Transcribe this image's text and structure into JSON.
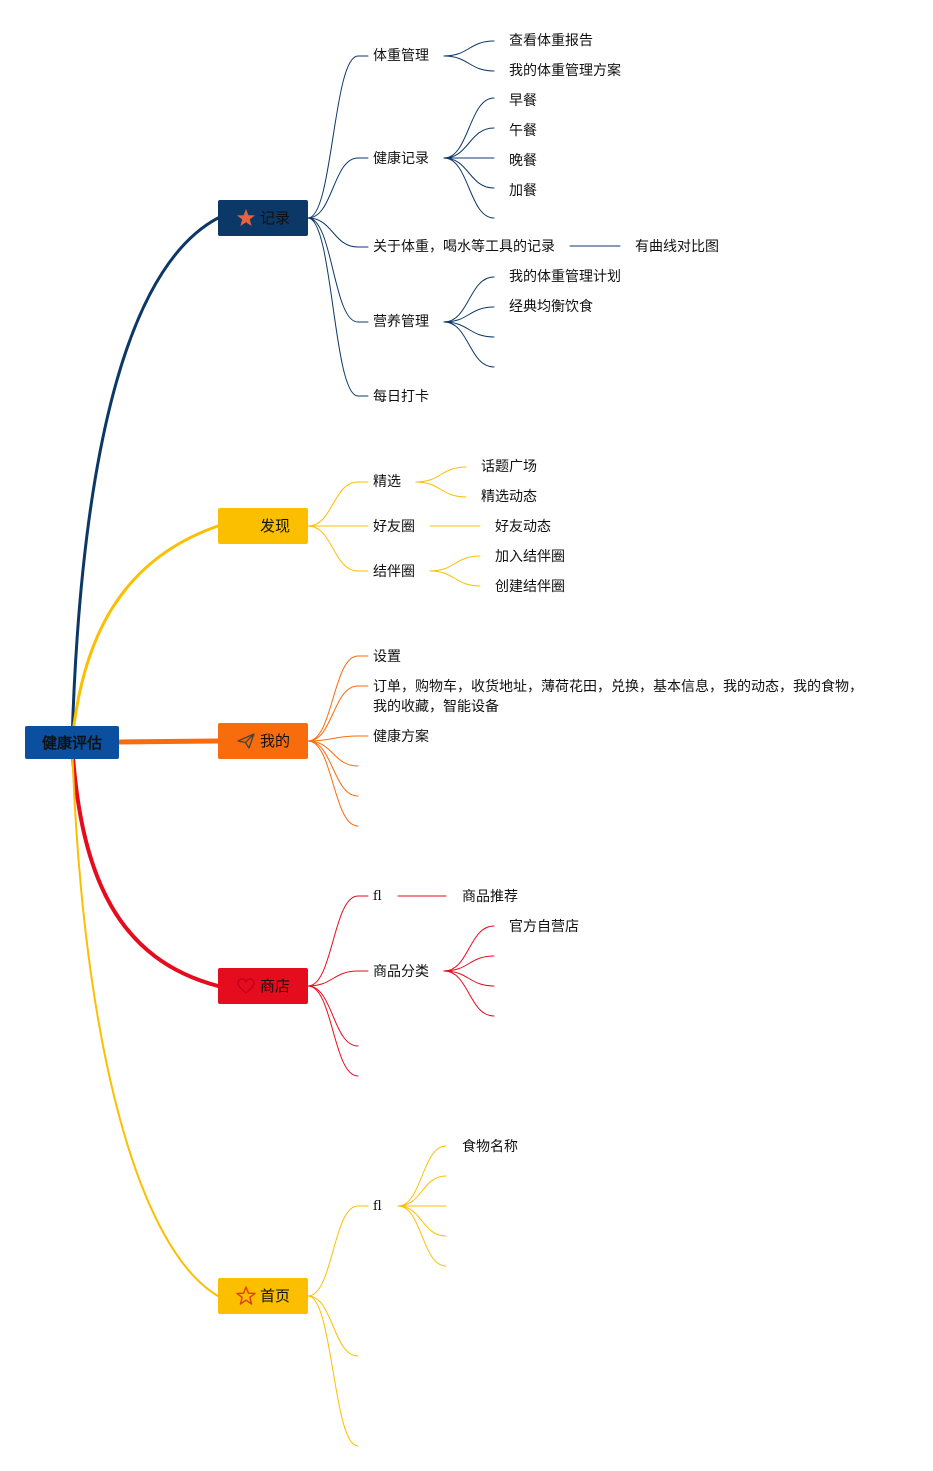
{
  "root": {
    "label": "健康评估",
    "color": "#0a4fa0"
  },
  "branches": [
    {
      "label": "记录",
      "icon": "star-icon",
      "color": "#0c3868",
      "children": [
        "体重管理",
        "健康记录",
        "关于体重，喝水等工具的记录",
        "营养管理",
        "每日打卡"
      ],
      "weight_mgmt": [
        "查看体重报告",
        "我的体重管理方案"
      ],
      "health_record": [
        "早餐",
        "午餐",
        "晚餐",
        "加餐"
      ],
      "tools_note": "有曲线对比图",
      "nutrition": [
        "我的体重管理计划",
        "经典均衡饮食"
      ]
    },
    {
      "label": "发现",
      "icon": "",
      "color": "#fcbf00",
      "children": [
        "精选",
        "好友圈",
        "结伴圈"
      ],
      "featured": [
        "话题广场",
        "精选动态"
      ],
      "friends": [
        "好友动态"
      ],
      "partners": [
        "加入结伴圈",
        "创建结伴圈"
      ]
    },
    {
      "label": "我的",
      "icon": "paper-plane-icon",
      "color": "#f86c0d",
      "children": [
        "设置",
        "订单，购物车，收货地址，薄荷花田，兑换，基本信息，我的动态，我的食物，我的收藏，智能设备",
        "健康方案"
      ]
    },
    {
      "label": "商店",
      "icon": "heart-icon",
      "color": "#e50c1e",
      "children": [
        "fl",
        "商品分类"
      ],
      "fl": [
        "商品推荐"
      ],
      "category": [
        "官方自营店"
      ]
    },
    {
      "label": "首页",
      "icon": "star-outline-icon",
      "color": "#fcbf00",
      "children": [
        "fl"
      ],
      "fl": [
        "食物名称"
      ]
    }
  ]
}
